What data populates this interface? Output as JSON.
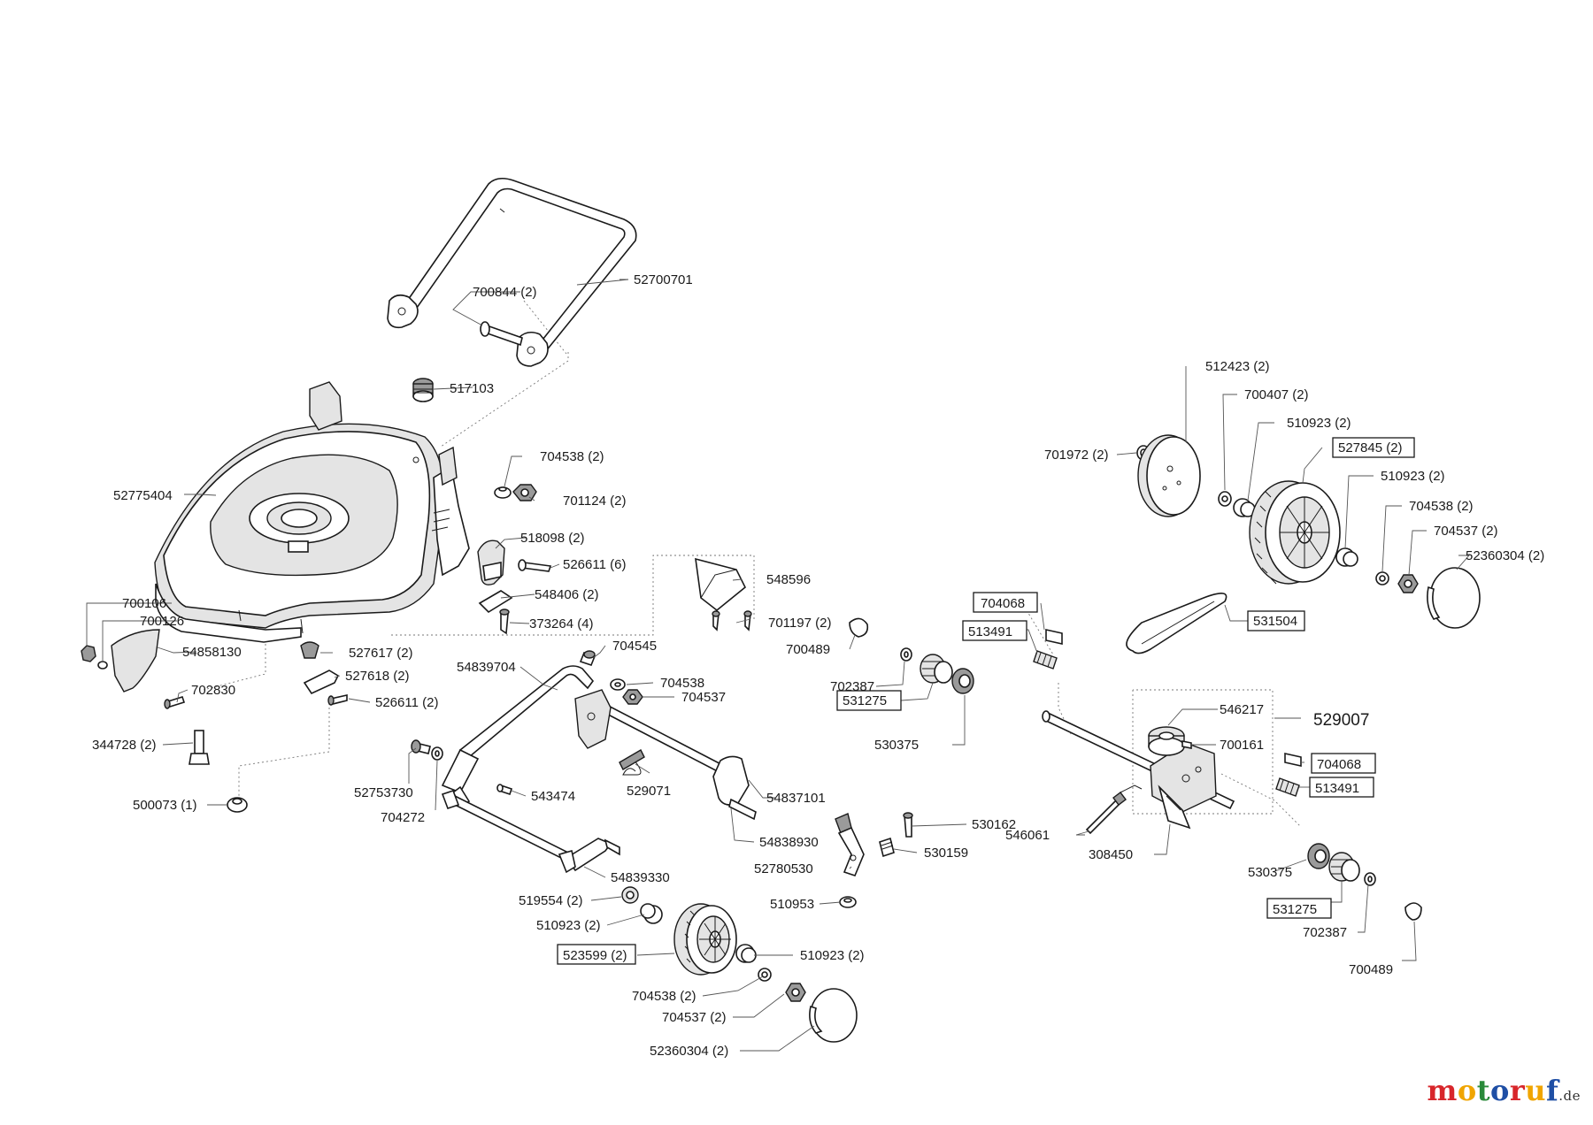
{
  "labels": {
    "l52700701": "52700701",
    "l700844": "700844 (2)",
    "l517103": "517103",
    "l704538a": "704538 (2)",
    "l701124": "701124 (2)",
    "l52775404": "52775404",
    "l518098": "518098 (2)",
    "l526611a": "526611 (6)",
    "l548406": "548406 (2)",
    "l373264": "373264 (4)",
    "l548596": "548596",
    "l701197": "701197 (2)",
    "l700489a": "700489",
    "l700106": "700106",
    "l700126": "700126",
    "l54858130": "54858130",
    "l702830": "702830",
    "l344728": "344728 (2)",
    "l500073": "500073 (1)",
    "l527617": "527617 (2)",
    "l527618": "527618 (2)",
    "l526611b": "526611 (2)",
    "l704545": "704545",
    "l54839704": "54839704",
    "l704538b": "704538",
    "l704537a": "704537",
    "l52753730": "52753730",
    "l704272": "704272",
    "l543474": "543474",
    "l529071": "529071",
    "l54837101": "54837101",
    "l54838930": "54838930",
    "l54839330": "54839330",
    "l530162": "530162",
    "l530159": "530159",
    "l52780530": "52780530",
    "l510953": "510953",
    "l519554": "519554 (2)",
    "l510923a": "510923 (2)",
    "l523599": "523599 (2)",
    "l510923b": "510923 (2)",
    "l704538c": "704538 (2)",
    "l704537b": "704537 (2)",
    "l52360304a": "52360304 (2)",
    "l702387a": "702387",
    "l531275a": "531275",
    "l530375a": "530375",
    "l704068a": "704068",
    "l513491a": "513491",
    "l531504": "531504",
    "l512423": "512423 (2)",
    "l700407": "700407 (2)",
    "l510923c": "510923 (2)",
    "l527845": "527845 (2)",
    "l701972": "701972 (2)",
    "l510923d": "510923 (2)",
    "l704538d": "704538 (2)",
    "l704537c": "704537 (2)",
    "l52360304b": "52360304 (2)",
    "l546217": "546217",
    "l529007": "529007",
    "l700161": "700161",
    "l704068b": "704068",
    "l513491b": "513491",
    "l546061": "546061",
    "l308450": "308450",
    "l530375b": "530375",
    "l531275b": "531275",
    "l702387b": "702387",
    "l700489b": "700489"
  },
  "logo": {
    "letters": [
      "m",
      "o",
      "t",
      "o",
      "r",
      "u",
      "f"
    ],
    "suffix": ".de",
    "colors": [
      "#d8262b",
      "#f0a500",
      "#2a8a3a",
      "#1f4fa5",
      "#d8262b",
      "#f0a500",
      "#1f4fa5"
    ]
  }
}
